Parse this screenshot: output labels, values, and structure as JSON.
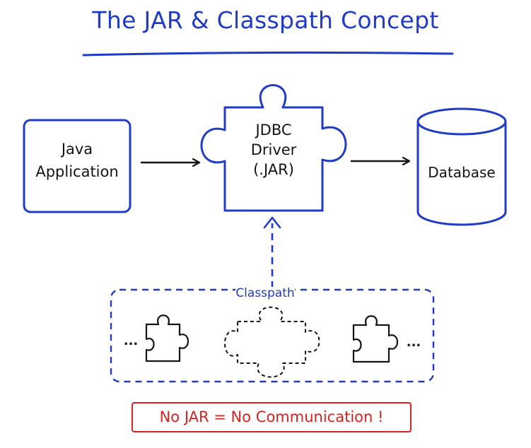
{
  "title": "The JAR & Classpath Concept",
  "nodes": {
    "java_app": {
      "line1": "Java",
      "line2": "Application"
    },
    "jdbc_driver": {
      "line1": "JDBC",
      "line2": "Driver",
      "line3": "(.JAR)"
    },
    "database": {
      "label": "Database"
    }
  },
  "classpath": {
    "label": "Classpath",
    "ellipsis_left": "...",
    "ellipsis_right": "..."
  },
  "warning": "No JAR = No Communication !",
  "colors": {
    "accent_blue": "#1f3bc7",
    "ink": "#141414",
    "warning_red": "#d42424"
  }
}
